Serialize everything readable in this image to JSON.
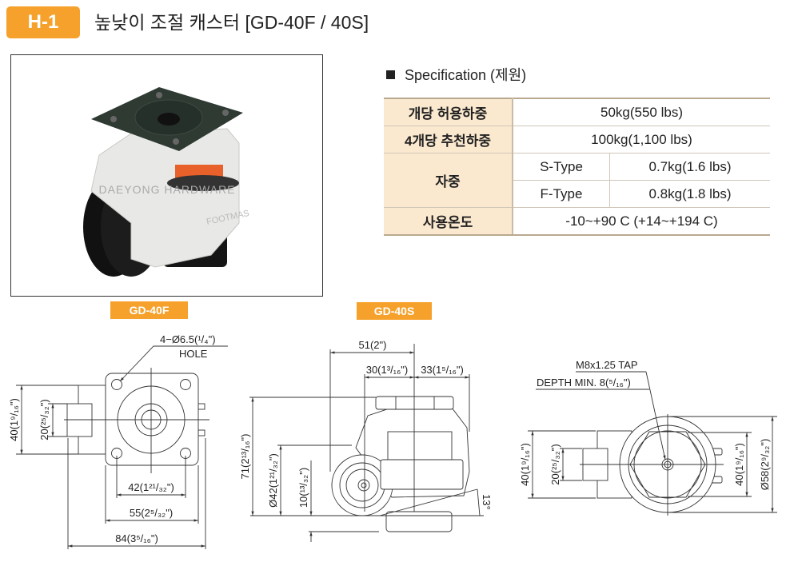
{
  "header": {
    "badge": "H-1",
    "title": "높낮이 조절 캐스터 [GD-40F / 40S]"
  },
  "photo": {
    "watermark": "DAEYONG HARDWARE",
    "body_marking": "FOOTMAS"
  },
  "spec": {
    "heading": "Specification (제원)",
    "rows": [
      {
        "label": "개당 허용하중",
        "value": "50kg(550 lbs)"
      },
      {
        "label": "4개당 추천하중",
        "value": "100kg(1,100 lbs)"
      },
      {
        "label": "자중",
        "sub": [
          {
            "type": "S-Type",
            "value": "0.7kg(1.6 lbs)"
          },
          {
            "type": "F-Type",
            "value": "0.8kg(1.8 lbs)"
          }
        ]
      },
      {
        "label": "사용온도",
        "value": "-10~+90 C (+14~+194 C)"
      }
    ]
  },
  "drawings": {
    "f": {
      "label": "GD-40F",
      "hole_note": "4−Ø6.5(¹/₄\")",
      "hole_note2": "HOLE",
      "d40": "40(1⁹/₁₆\")",
      "d20": "20(²⁵/₃₂\")",
      "d42": "42(1²¹/₃₂\")",
      "d55": "55(2⁵/₃₂\")",
      "d84": "84(3⁵/₁₆\")"
    },
    "s": {
      "label": "GD-40S",
      "d51": "51(2\")",
      "d30": "30(1³/₁₆\")",
      "d33": "33(1⁵/₁₆\")",
      "d71": "71(2¹³/₁₆\")",
      "d42": "Ø42(1²¹/₃₂\")",
      "d10": "10(¹³/₃₂\")",
      "angle": "13°"
    },
    "bottom": {
      "tap": "M8x1.25 TAP",
      "depth": "DEPTH MIN. 8(⁵/₁₆\")",
      "d40l": "40(1⁹/₁₆\")",
      "d20": "20(²⁵/₃₂\")",
      "d40r": "40(1⁹/₁₆\")",
      "d58": "Ø58(2⁹/₃₂\")"
    }
  },
  "colors": {
    "accent": "#F5A12B",
    "table_header": "#FBE9CF"
  }
}
